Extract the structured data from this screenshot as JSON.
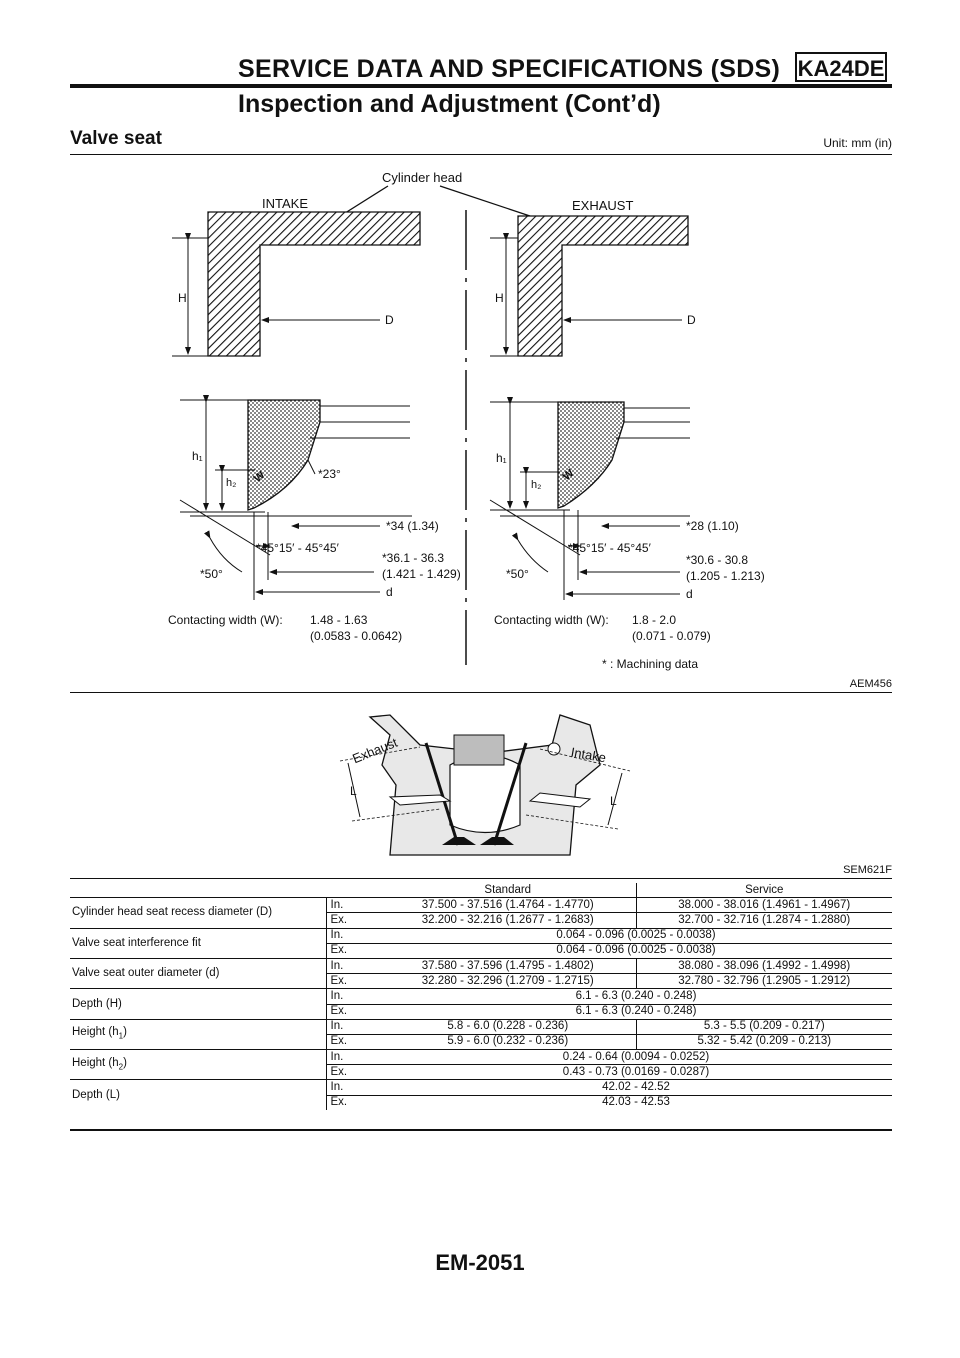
{
  "header": {
    "title": "SERVICE DATA AND SPECIFICATIONS (SDS)",
    "engine_code": "KA24DE",
    "subtitle": "Inspection and Adjustment (Cont’d)"
  },
  "section": {
    "title": "Valve seat",
    "unit": "Unit: mm (in)"
  },
  "figure1": {
    "caption": "AEM456",
    "labels": {
      "cylinder_head": "Cylinder head",
      "intake": "INTAKE",
      "exhaust": "EXHAUST",
      "H": "H",
      "D": "D",
      "h1": "h₁",
      "h2": "h₂",
      "W": "W",
      "d": "d",
      "intake_angle": "*23°",
      "exhaust_angle": "",
      "intake_34": "*34 (1.34)",
      "exhaust_28": "*28 (1.10)",
      "seat_angle": "*45°15′ - 45°45′",
      "intake_dia": "*36.1 - 36.3",
      "intake_dia_in": "(1.421 - 1.429)",
      "exhaust_dia": "*30.6 - 30.8",
      "exhaust_dia_in": "(1.205 - 1.213)",
      "fifty": "*50°",
      "contact_label": "Contacting width (W):",
      "intake_contact": "1.48 - 1.63",
      "intake_contact_in": "(0.0583 - 0.0642)",
      "exhaust_contact": "1.8 - 2.0",
      "exhaust_contact_in": "(0.071 - 0.079)",
      "machining": "* : Machining data"
    }
  },
  "figure2": {
    "caption": "SEM621F",
    "labels": {
      "exhaust": "Exhaust",
      "intake": "Intake",
      "L": "L"
    }
  },
  "table": {
    "headers": [
      "Standard",
      "Service"
    ],
    "rows": [
      {
        "item": "Cylinder head seat recess diameter (D)",
        "in": [
          "37.500 - 37.516 (1.4764 - 1.4770)",
          "38.000 - 38.016 (1.4961 - 1.4967)"
        ],
        "ex": [
          "32.200 - 32.216 (1.2677 - 1.2683)",
          "32.700 - 32.716 (1.2874 - 1.2880)"
        ]
      },
      {
        "item": "Valve seat interference fit",
        "in": [
          "0.064 - 0.096 (0.0025 - 0.0038)"
        ],
        "ex": [
          "0.064 - 0.096 (0.0025 - 0.0038)"
        ]
      },
      {
        "item": "Valve seat outer diameter (d)",
        "in": [
          "37.580 - 37.596 (1.4795 - 1.4802)",
          "38.080 - 38.096 (1.4992 - 1.4998)"
        ],
        "ex": [
          "32.280 - 32.296 (1.2709 - 1.2715)",
          "32.780 - 32.796 (1.2905 - 1.2912)"
        ]
      },
      {
        "item": "Depth (H)",
        "in": [
          "6.1 - 6.3 (0.240 - 0.248)"
        ],
        "ex": [
          "6.1 - 6.3 (0.240 - 0.248)"
        ]
      },
      {
        "item": "Height (h",
        "sub": "1",
        "tail": ")",
        "in": [
          "5.8 - 6.0 (0.228 - 0.236)",
          "5.3 - 5.5 (0.209 - 0.217)"
        ],
        "ex": [
          "5.9 - 6.0 (0.232 - 0.236)",
          "5.32 - 5.42 (0.209 - 0.213)"
        ]
      },
      {
        "item": "Height (h",
        "sub": "2",
        "tail": ")",
        "in": [
          "0.24 - 0.64 (0.0094 - 0.0252)"
        ],
        "ex": [
          "0.43 - 0.73 (0.0169 - 0.0287)"
        ]
      },
      {
        "item": "Depth (L)",
        "in": [
          "42.02 - 42.52"
        ],
        "ex": [
          "42.03 - 42.53"
        ]
      }
    ],
    "in_label": "In.",
    "ex_label": "Ex."
  },
  "footer": {
    "page_number": "EM-2051"
  }
}
